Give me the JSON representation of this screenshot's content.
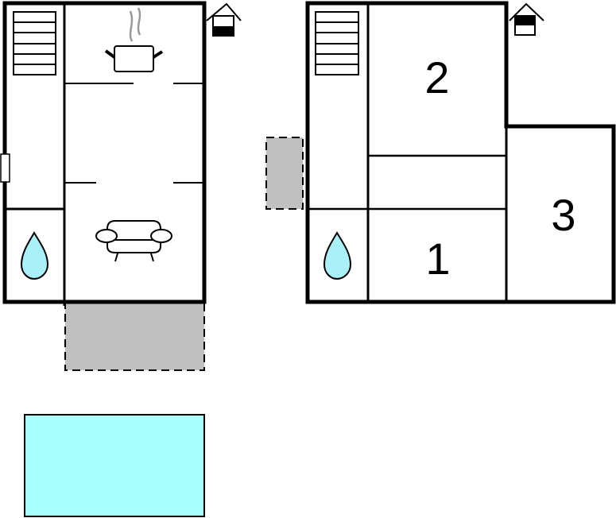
{
  "plans": [
    {
      "name": "ground-floor",
      "floor_indicator": "lower"
    },
    {
      "name": "upper-floor",
      "floor_indicator": "upper"
    }
  ],
  "rooms": {
    "room1": "1",
    "room2": "2",
    "room3": "3"
  },
  "colors": {
    "wall": "#000000",
    "terrace": "#c0c0c0",
    "pool": "#aaffff",
    "water": "#aaf0f8",
    "steam": "#999999"
  }
}
